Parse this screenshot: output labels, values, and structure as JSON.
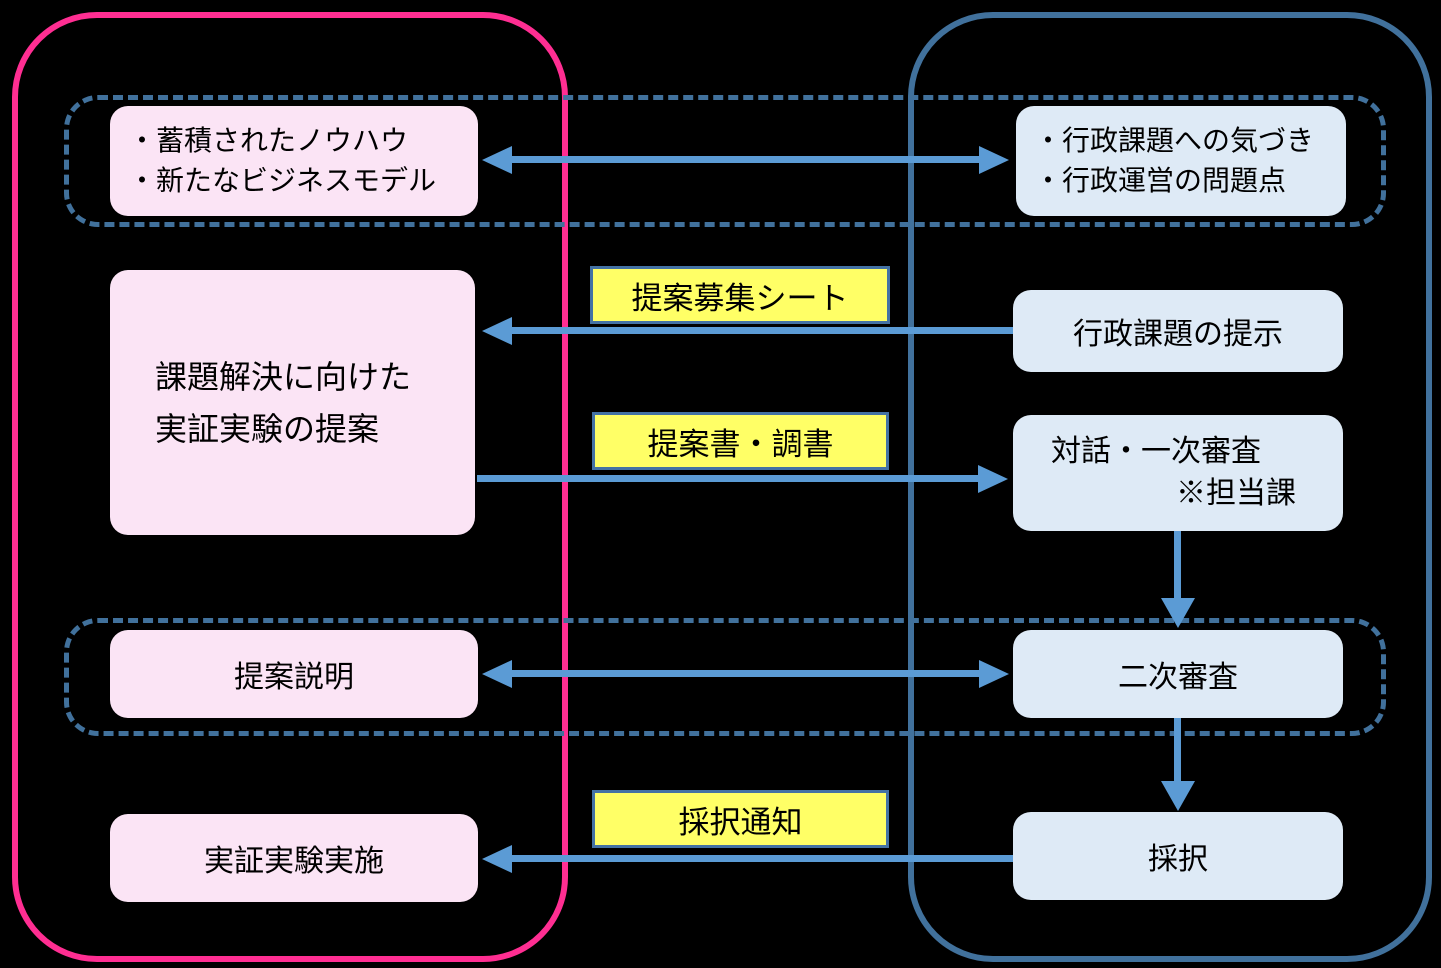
{
  "diagram": {
    "type": "process-flow",
    "lanes": {
      "left": {
        "role": "proposer-side",
        "border_color": "#FF2E92"
      },
      "right": {
        "role": "government-side",
        "border_color": "#41719C"
      }
    },
    "boxes": {
      "knowhow": {
        "line1": "・蓄積されたノウハウ",
        "line2": "・新たなビジネスモデル"
      },
      "awareness": {
        "line1": "・行政課題への気づき",
        "line2": "・行政運営の問題点"
      },
      "proposal": {
        "line1": "課題解決に向けた",
        "line2": "実証実験の提案"
      },
      "issue_presentation": {
        "text": "行政課題の提示"
      },
      "first_review": {
        "line1": "対話・一次審査",
        "line2": "※担当課"
      },
      "proposal_explanation": {
        "text": "提案説明"
      },
      "second_review": {
        "text": "二次審査"
      },
      "implementation": {
        "text": "実証実験実施"
      },
      "adoption": {
        "text": "採択"
      }
    },
    "arrow_labels": {
      "proposal_sheet": "提案募集シート",
      "proposal_documents": "提案書・調書",
      "adoption_notice": "採択通知"
    },
    "colors": {
      "background": "#000000",
      "arrow": "#5B9BD5",
      "dotted_frame": "#41719C",
      "pink_box_fill": "#FBE4F5",
      "blue_box_fill": "#DEEAF6",
      "label_fill": "#FFFF66",
      "label_border": "#4472A4",
      "text": "#000000"
    }
  }
}
